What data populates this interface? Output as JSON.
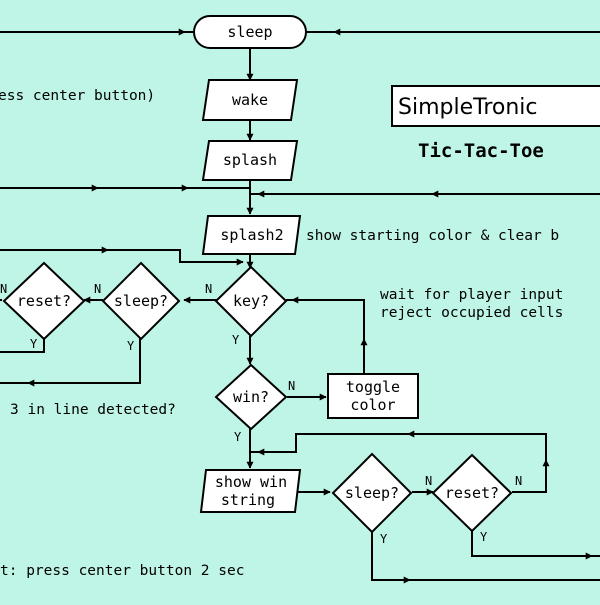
{
  "title": {
    "brand": "SimpleTronic",
    "subtitle": "Tic-Tac-Toe"
  },
  "nodes": {
    "sleep_top": "sleep",
    "wake": "wake",
    "splash": "splash",
    "splash2": "splash2",
    "key": "key?",
    "sleep_mid": "sleep?",
    "reset_left": "reset?",
    "win": "win?",
    "toggle_color_line1": "toggle",
    "toggle_color_line2": "color",
    "show_win_line1": "show win",
    "show_win_line2": "string",
    "sleep_bottom": "sleep?",
    "reset_bottom": "reset?"
  },
  "annotations": {
    "press_center": "ess center button)",
    "show_starting": "show starting color & clear b",
    "wait_input": "wait for player input",
    "reject_cells": "reject occupied cells",
    "three_in_line": "3 in line detected?",
    "press_center_2sec": "t: press center button 2 sec"
  },
  "branch_labels": {
    "yes": "Y",
    "no": "N"
  }
}
